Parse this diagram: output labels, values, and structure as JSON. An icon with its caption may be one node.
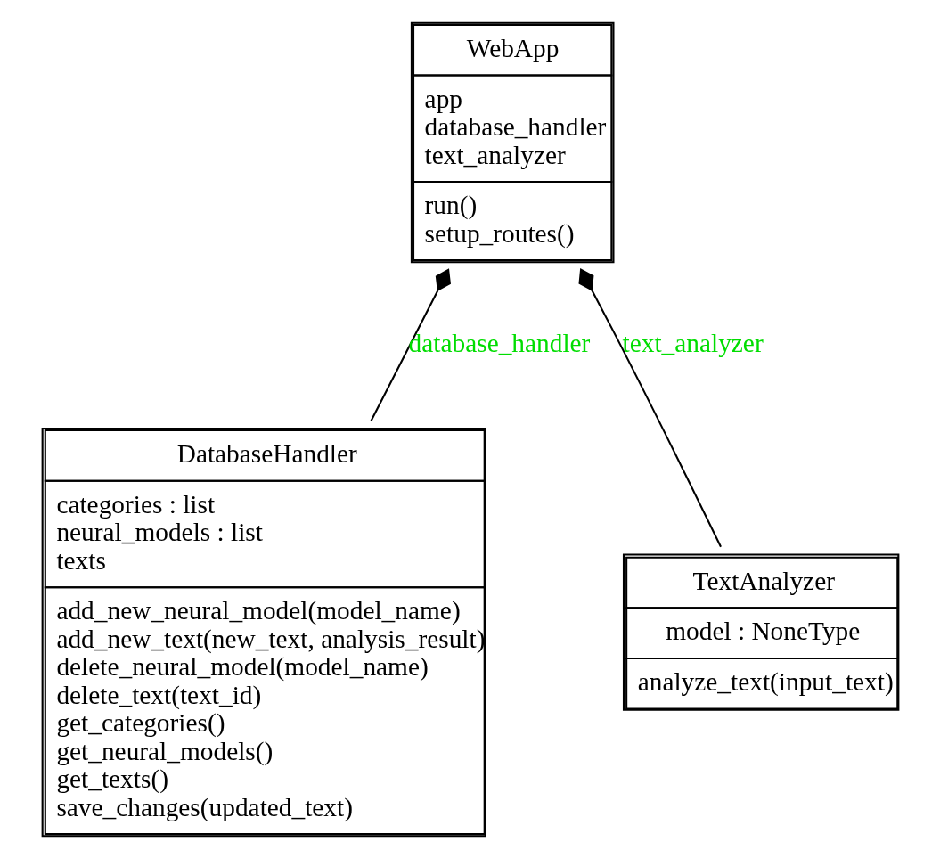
{
  "diagram": {
    "nodes": [
      {
        "text": [
          "WebApp",
          "app",
          "database_handler",
          "text_analyzer",
          "run()",
          "setup_routes()"
        ]
      },
      {
        "text": [
          "DatabaseHandler",
          "categories : list",
          "neural_models : list",
          "texts",
          "add_new_neural_model(model_name)",
          "add_new_text(new_text, analysis_result)",
          "delete_neural_model(model_name)",
          "delete_text(text_id)",
          "get_categories()",
          "get_neural_models()",
          "get_texts()",
          "save_changes(updated_text)"
        ]
      },
      {
        "text": [
          "TextAnalyzer",
          "model : NoneType",
          "analyze_text(input_text)"
        ]
      }
    ],
    "edges": [
      {
        "from": 1,
        "to": 0,
        "arrow": "other",
        "label": "database_handler"
      },
      {
        "from": 2,
        "to": 0,
        "arrow": "other",
        "label": "text_analyzer"
      }
    ]
  }
}
